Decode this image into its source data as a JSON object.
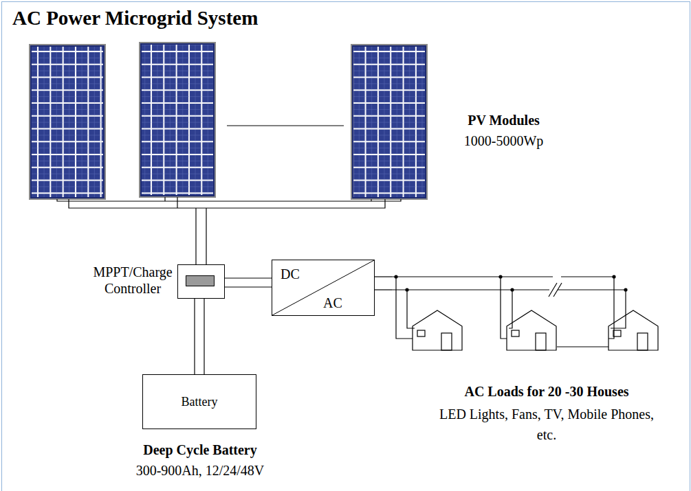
{
  "diagram": {
    "title": "AC Power Microgrid System",
    "nodes": [
      {
        "text": [
          "PV Modules",
          "1000-5000Wp"
        ]
      },
      {
        "text": [
          "MPPT/Charge Controller"
        ]
      },
      {
        "text": [
          "DC",
          "AC"
        ]
      },
      {
        "text": [
          "Battery",
          "Deep Cycle Battery",
          "300-900Ah, 12/24/48V"
        ]
      },
      {
        "text": [
          "AC Loads for 20 -30 Houses",
          "LED Lights, Fans, TV, Mobile Phones, etc."
        ]
      }
    ],
    "edges": [
      {
        "from": 0,
        "to": 1,
        "arrow": "none"
      },
      {
        "from": 1,
        "to": 2,
        "arrow": "none"
      },
      {
        "from": 1,
        "to": 3,
        "arrow": "none"
      },
      {
        "from": 2,
        "to": 4,
        "arrow": "none"
      }
    ]
  }
}
